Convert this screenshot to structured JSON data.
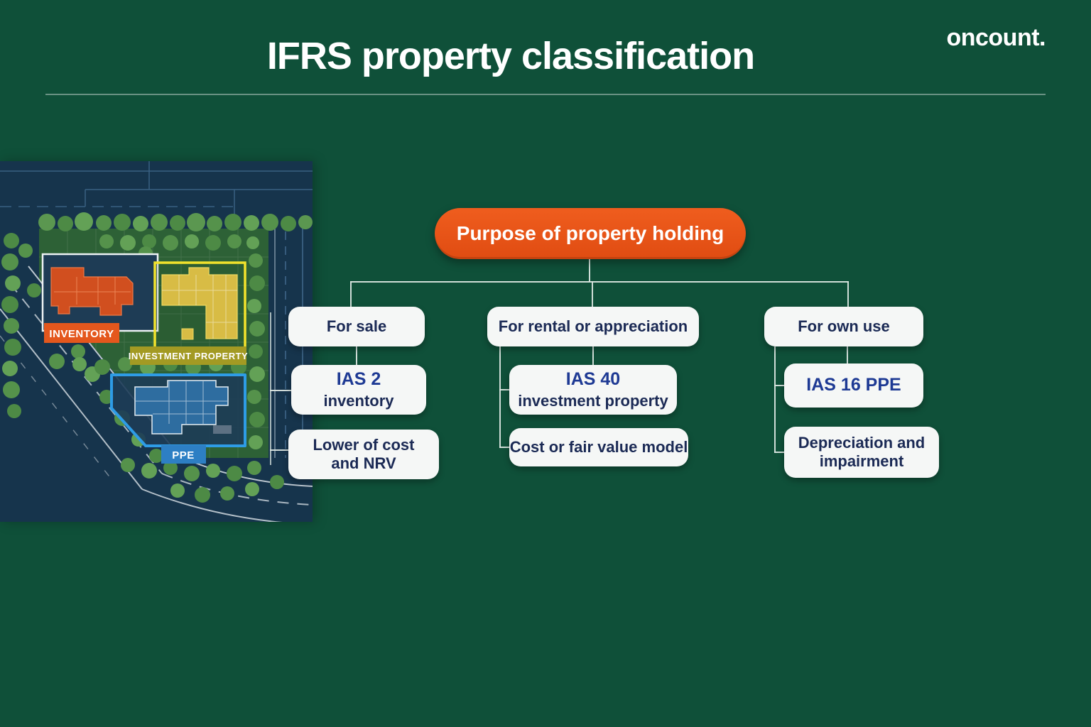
{
  "header": {
    "title": "IFRS property classification",
    "brand": "oncount."
  },
  "site_plan": {
    "zones": [
      {
        "id": "inventory",
        "label": "INVENTORY",
        "color": "#e4571d"
      },
      {
        "id": "investment-property",
        "label": "INVESTMENT PROPERTY",
        "color": "#a39a23"
      },
      {
        "id": "ppe",
        "label": "PPE",
        "color": "#2d7fc4"
      }
    ]
  },
  "flowchart": {
    "root_label": "Purpose of property holding",
    "branches": [
      {
        "purpose": "For sale",
        "standard": "IAS 2",
        "standard_detail": "inventory",
        "measurement": "Lower of cost and NRV"
      },
      {
        "purpose": "For rental or appreciation",
        "standard": "IAS 40",
        "standard_detail": "investment property",
        "measurement": "Cost or fair value model"
      },
      {
        "purpose": "For own use",
        "standard": "IAS 16 PPE",
        "standard_detail": "",
        "measurement": "Depreciation and impairment"
      }
    ]
  },
  "colors": {
    "background": "#0f5039",
    "accent_orange": "#e65316",
    "card": "#f5f7f6",
    "text_navy": "#1b2a55",
    "standard_blue": "#1e3a94",
    "connector": "#dbe6e0"
  }
}
